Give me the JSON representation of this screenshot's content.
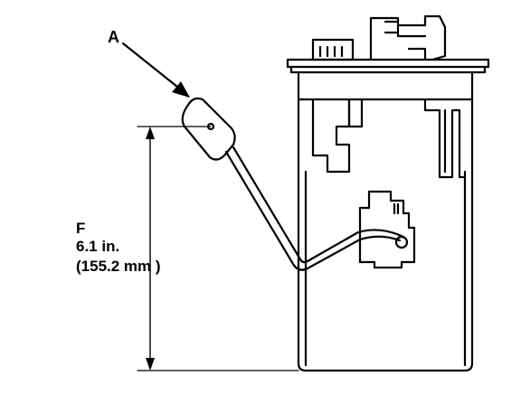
{
  "callout": {
    "label": "A"
  },
  "dimension": {
    "label": "F",
    "inches": "6.1 in.",
    "millimeters": "(155.2 mm )"
  },
  "colors": {
    "ink": "#000000",
    "paper": "#ffffff"
  }
}
